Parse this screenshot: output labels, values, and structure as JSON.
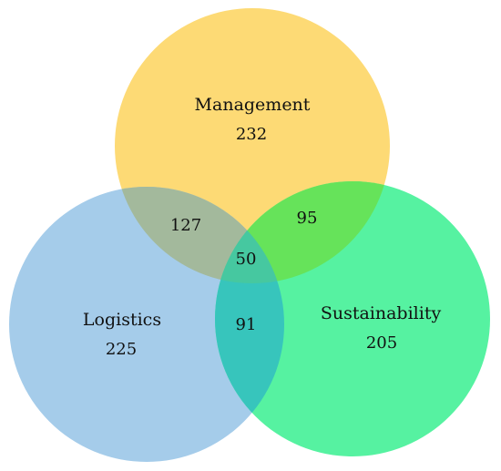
{
  "sets": [
    {
      "key": "management",
      "label": "Management",
      "count": "232",
      "color": "#FDDA75"
    },
    {
      "key": "logistics",
      "label": "Logistics",
      "count": "225",
      "color": "#A5CCEA"
    },
    {
      "key": "sustainability",
      "label": "Sustainability",
      "count": "205",
      "color": "#56F2A1"
    }
  ],
  "intersections": {
    "management_logistics": {
      "count": "127",
      "color": "#A3B99C"
    },
    "management_sustainability": {
      "count": "95",
      "color": "#66E35A"
    },
    "logistics_sustainability": {
      "count": "91",
      "color": "#37C5BC"
    },
    "all_three": {
      "count": "50",
      "color": "#46C8A0"
    }
  }
}
